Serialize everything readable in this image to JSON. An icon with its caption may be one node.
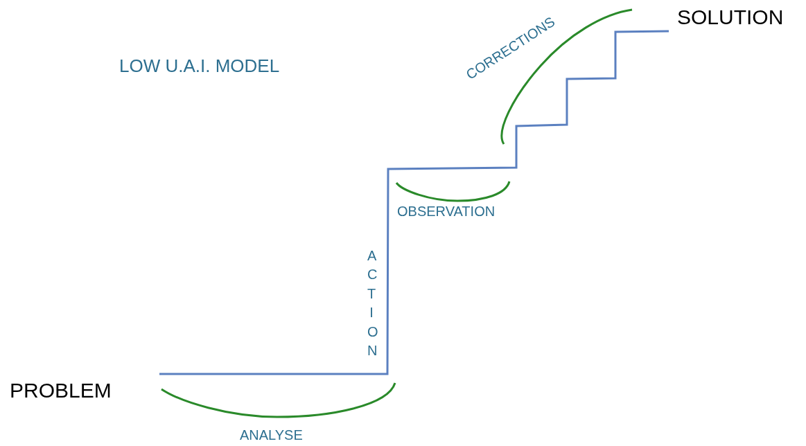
{
  "diagram": {
    "title": "LOW U.A.I. MODEL",
    "labels": [
      "SOLUTION",
      "CORRECTIONS",
      "OBSERVATION",
      "ACTION",
      "PROBLEM",
      "ANALYSE"
    ]
  }
}
